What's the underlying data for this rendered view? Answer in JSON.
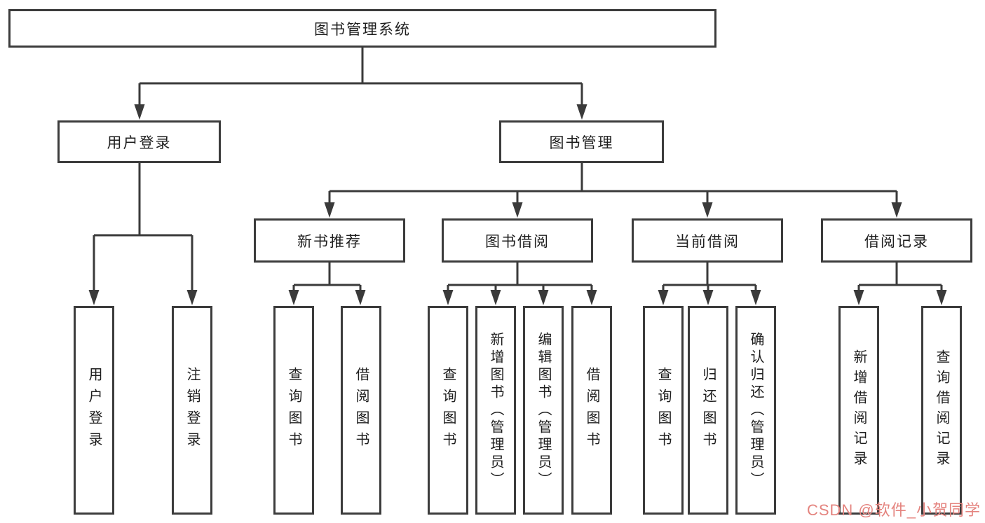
{
  "tree": {
    "root": {
      "label": "图书管理系统"
    },
    "branches": [
      {
        "label": "用户登录",
        "children": [
          {
            "label": "用户登录"
          },
          {
            "label": "注销登录"
          }
        ]
      },
      {
        "label": "图书管理",
        "children": [
          {
            "label": "新书推荐",
            "children": [
              {
                "label": "查询图书"
              },
              {
                "label": "借阅图书"
              }
            ]
          },
          {
            "label": "图书借阅",
            "children": [
              {
                "label": "查询图书"
              },
              {
                "label": "新增图书（管理员）"
              },
              {
                "label": "编辑图书（管理员）"
              },
              {
                "label": "借阅图书"
              }
            ]
          },
          {
            "label": "当前借阅",
            "children": [
              {
                "label": "查询图书"
              },
              {
                "label": "归还图书"
              },
              {
                "label": "确认归还（管理员）"
              }
            ]
          },
          {
            "label": "借阅记录",
            "children": [
              {
                "label": "新增借阅记录"
              },
              {
                "label": "查询借阅记录"
              }
            ]
          }
        ]
      }
    ]
  },
  "watermark": {
    "text": "CSDN @软件_小贺同学"
  },
  "colors": {
    "line": "#3a3a3a",
    "box_border": "#3c3c3c",
    "text": "#1e1e1e",
    "watermark": "#e4837e",
    "background": "#ffffff"
  }
}
